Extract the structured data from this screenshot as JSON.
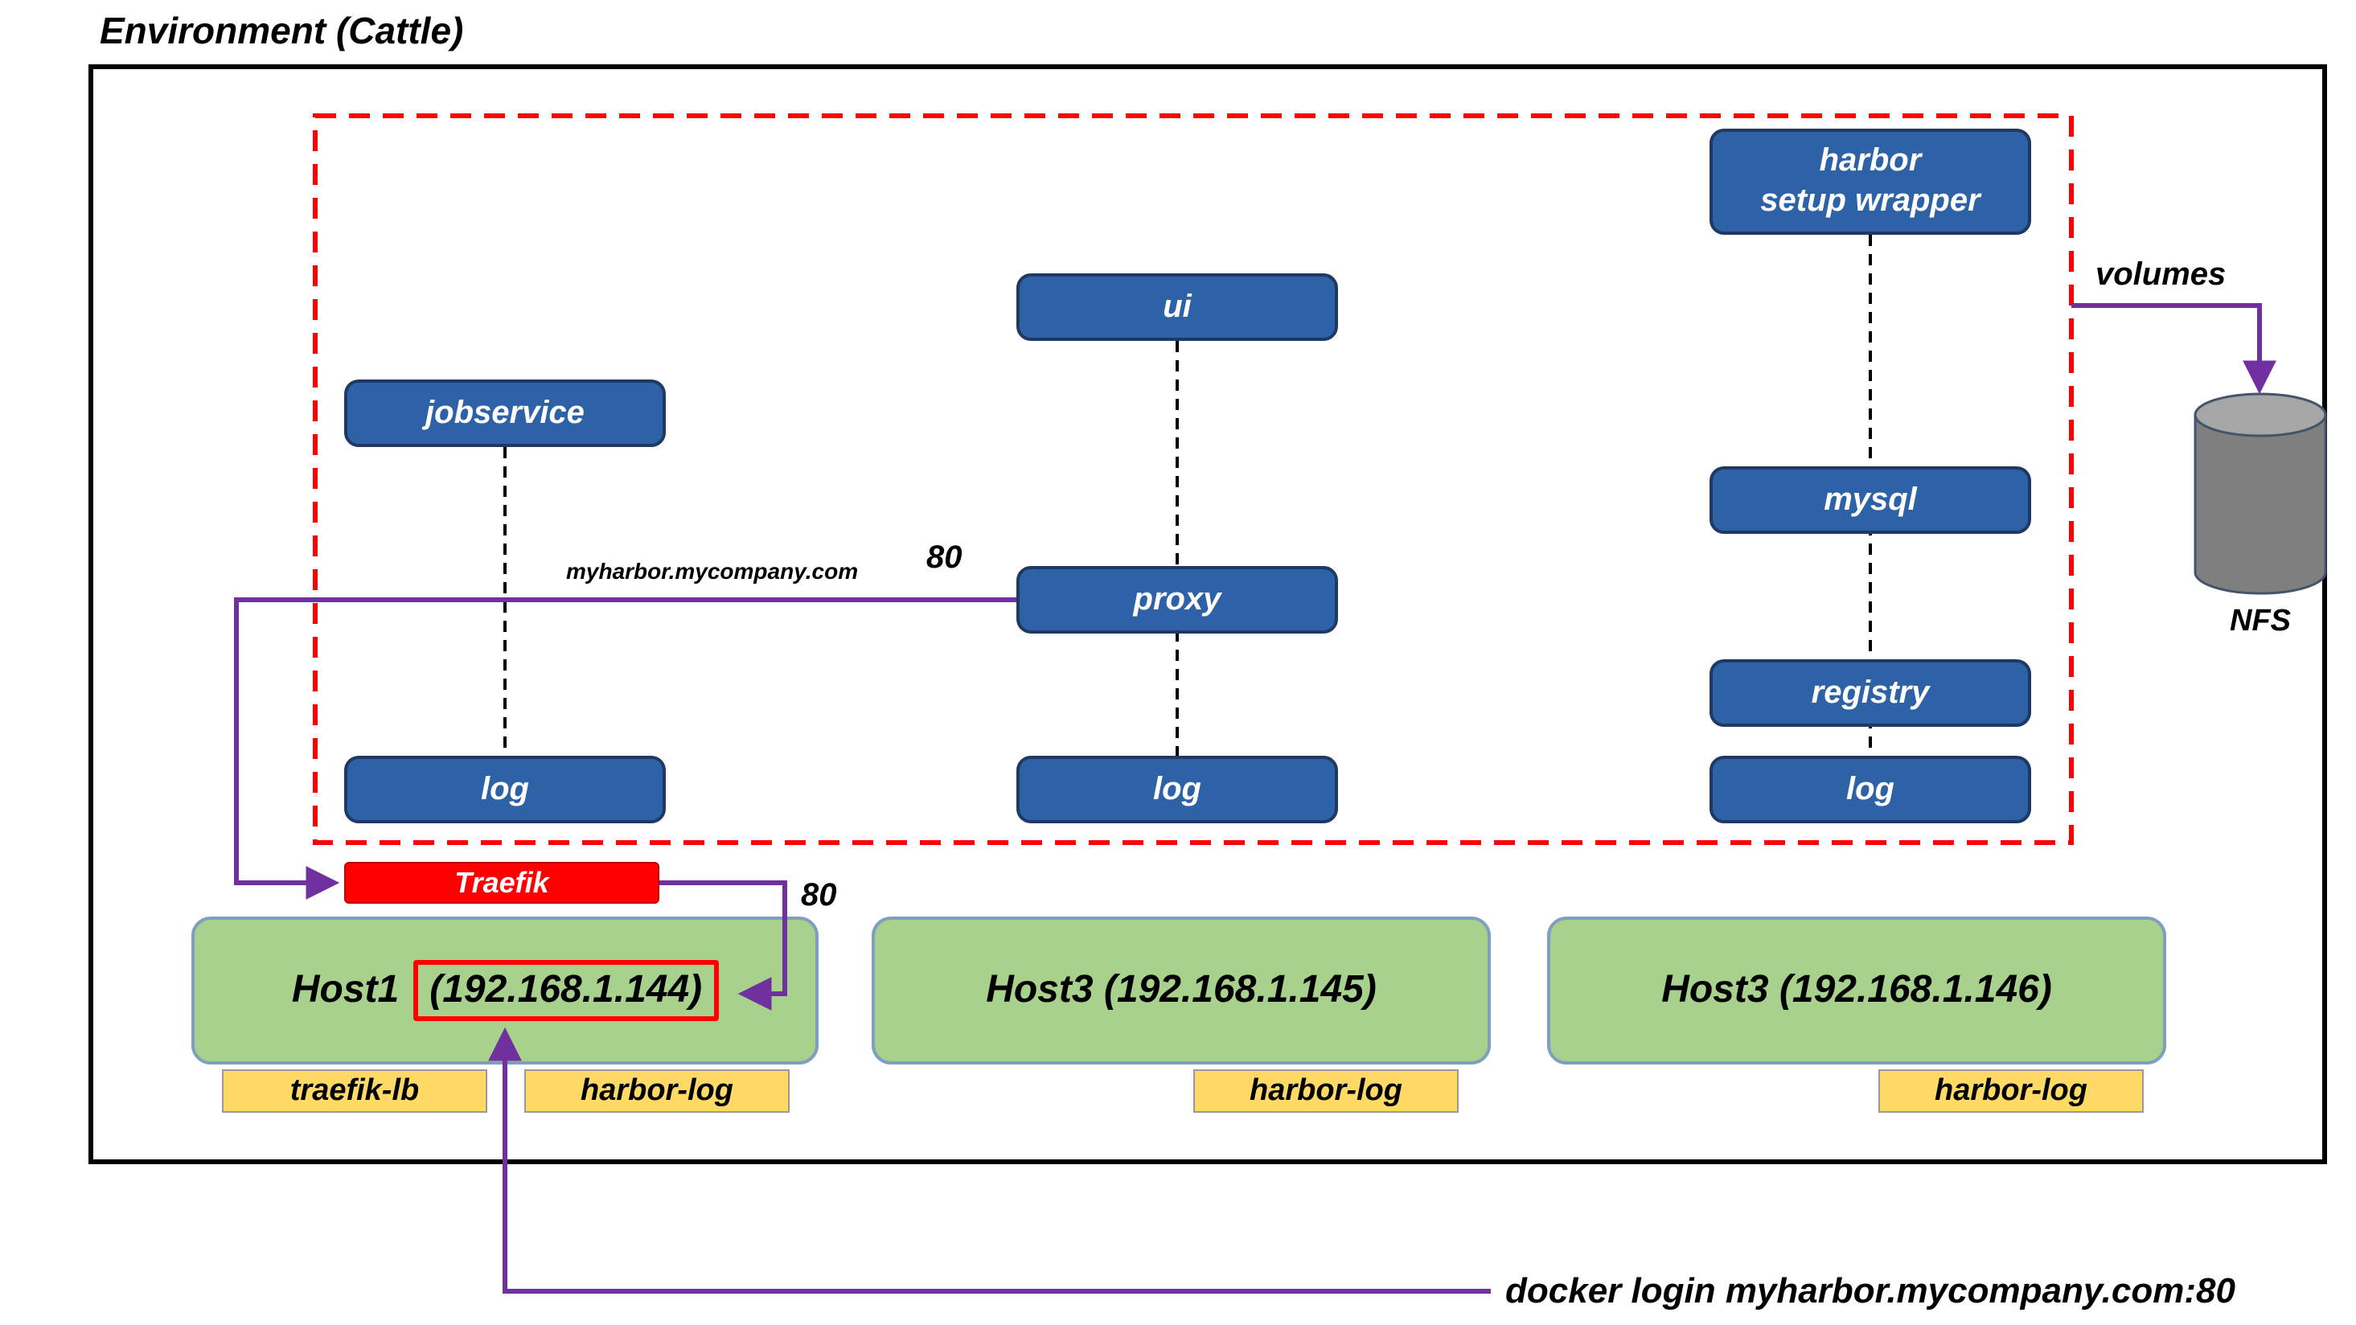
{
  "title": "Environment (Cattle)",
  "colors": {
    "service_fill": "#2E62A6",
    "service_border": "#1F3864",
    "host_fill": "#A9D18E",
    "host_border": "#7F9FBF",
    "container_tag_fill": "#FFD966",
    "traefik_fill": "#FF0000",
    "stack_boundary": "#FF0000",
    "connector_arrow": "#7030A0",
    "nfs_body": "#7F7F7F",
    "nfs_top": "#A6A6A6"
  },
  "services": {
    "harbor_setup_wrapper": "harbor\nsetup wrapper",
    "ui": "ui",
    "jobservice": "jobservice",
    "mysql": "mysql",
    "proxy": "proxy",
    "registry": "registry",
    "log_left": "log",
    "log_middle": "log",
    "log_right": "log"
  },
  "traefik": {
    "label": "Traefik"
  },
  "edges": {
    "proxy_domain": "myharbor.mycompany.com",
    "proxy_port": "80",
    "traefik_port": "80",
    "volumes": "volumes"
  },
  "storage": {
    "nfs_label": "NFS"
  },
  "hosts": [
    {
      "name": "Host1",
      "ip": "(192.168.1.144)"
    },
    {
      "name": "Host3 (192.168.1.145)"
    },
    {
      "name": "Host3 (192.168.1.146)"
    }
  ],
  "containers": {
    "traefik_lb": "traefik-lb",
    "harbor_log_1": "harbor-log",
    "harbor_log_2": "harbor-log",
    "harbor_log_3": "harbor-log"
  },
  "note": "docker login myharbor.mycompany.com:80"
}
